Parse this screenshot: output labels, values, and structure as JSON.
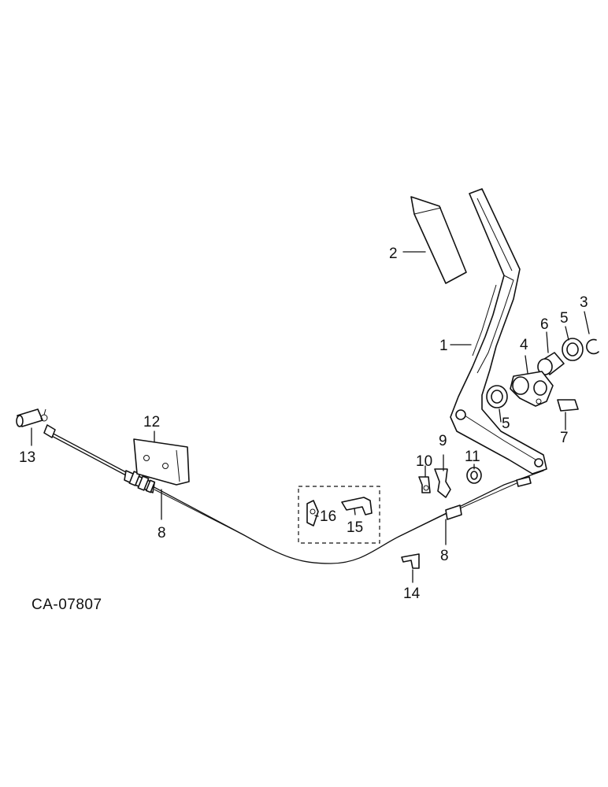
{
  "figure_code": "CA-07807",
  "callouts": {
    "c1": "1",
    "c2": "2",
    "c3": "3",
    "c4": "4",
    "c5a": "5",
    "c5b": "5",
    "c6": "6",
    "c7": "7",
    "c8a": "8",
    "c8b": "8",
    "c9": "9",
    "c10": "10",
    "c11": "11",
    "c12": "12",
    "c13": "13",
    "c14": "14",
    "c15": "15",
    "c16": "16"
  }
}
